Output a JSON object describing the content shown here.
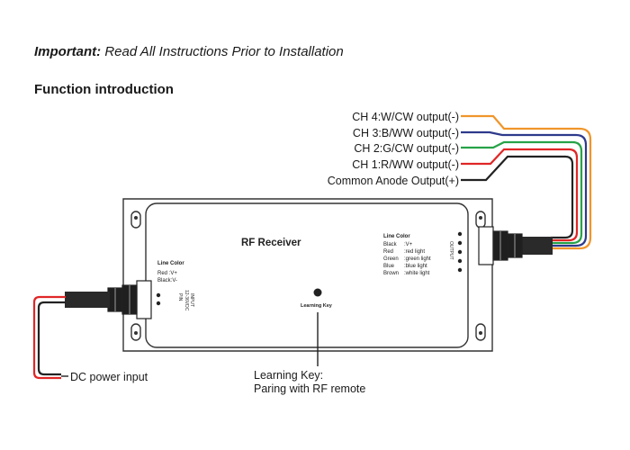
{
  "header": {
    "important_bold": "Important:",
    "important_rest": " Read All Instructions Prior to Installation",
    "function_title": "Function introduction"
  },
  "outputs": [
    {
      "label": "CH 4:W/CW output(-)",
      "color": "#f0952a"
    },
    {
      "label": "CH 3:B/WW output(-)",
      "color": "#2e3a8c"
    },
    {
      "label": "CH 2:G/CW output(-)",
      "color": "#27a248"
    },
    {
      "label": "CH 1:R/WW output(-)",
      "color": "#e02626"
    },
    {
      "label": "Common Anode Output(+)",
      "color": "#222222"
    }
  ],
  "device": {
    "title": "RF Receiver",
    "learning_key": "Learning Key",
    "input_line_color_title": "Line Color",
    "input_lines": [
      "Red :V+",
      "Black:V-"
    ],
    "input_rot_1": "INPUT",
    "input_rot_2": "12-36VDC",
    "input_rot_3": "PIN",
    "output_line_color_title": "Line Color",
    "output_lines": [
      {
        "color": "Black",
        "desc": ":V+"
      },
      {
        "color": "Red",
        "desc": ":red light"
      },
      {
        "color": "Green",
        "desc": ":green light"
      },
      {
        "color": "Blue",
        "desc": ":blue light"
      },
      {
        "color": "Brown",
        "desc": ":white light"
      }
    ],
    "output_rot": "OUTPUT"
  },
  "annotations": {
    "dc_input": "DC power input",
    "learning_key_line1": "Learning Key:",
    "learning_key_line2": "Paring with RF remote"
  }
}
